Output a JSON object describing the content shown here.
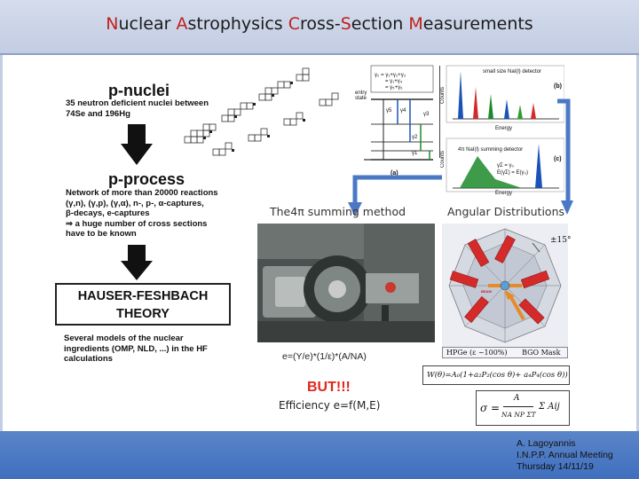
{
  "title": {
    "words": [
      {
        "cap": "N",
        "rest": "uclear"
      },
      {
        "cap": "A",
        "rest": "strophysics"
      },
      {
        "cap": "C",
        "rest": "ross-"
      },
      {
        "cap": "S",
        "rest": "ection"
      },
      {
        "cap": "M",
        "rest": "easurements"
      }
    ]
  },
  "left": {
    "pnuclei_heading": "p-nuclei",
    "pnuclei_text_1": "35 neutron deficient nuclei between",
    "pnuclei_text_2": "74Se and 196Hg",
    "pprocess_heading": "p-process",
    "pprocess_lines": [
      "Network of more than 20000 reactions",
      "(γ,n), (γ,p), (γ,α), n-, p-, α-captures,",
      "β-decays, e-captures",
      "⇒ a huge number  of cross sections",
      "have to be known"
    ],
    "hf_line_1": "HAUSER-FESHBACH",
    "hf_line_2": "THEORY",
    "models_lines": [
      "Several   models   of   the   nuclear",
      "ingredients (OMP, NLD, ...) in the HF",
      "calculations"
    ]
  },
  "scheme": {
    "eq1": "γ₀ = γ₁+γ₂+γ₃",
    "eq2": "= γ₁+γ₄",
    "eq3": "= γ₅+γ₆",
    "entry_state": "entry state",
    "g5": "γ5",
    "g4": "γ4",
    "g2": "γ2",
    "g1": "γ1",
    "g3": "γ3",
    "label_a": "(a)",
    "label_b": "(b)",
    "label_c": "(c)",
    "nai_small": "small size NaI(l) detector",
    "nai_4pi": "4π NaI(l) summing detector",
    "energy": "Energy",
    "counts": "Counts",
    "sum_eq1": "γΣ = γ₀",
    "sum_eq2": "E(γΣ) = E(γ₀)"
  },
  "middle": {
    "summing_caption": "The4π summing method",
    "eff_formula": "e=(Y/e)*(1/ε)*(A/NA)",
    "but": "BUT!!!",
    "efficiency": "Efficiency e=f(M,E)"
  },
  "right": {
    "angular_caption": "Angular Distributions",
    "angle_label": "±15°",
    "beam_label": "BEAM",
    "hpge": "HPGe (ε ~100%)",
    "bgo": "BGO Mask",
    "w_formula": "W(θ)=A₀(1+a₂P₂(cos θ)+ a₄P₄(cos θ))",
    "sigma_lhs": "σ =",
    "sigma_num": "A",
    "sigma_den": "NA NP ΣΤ",
    "sigma_sum": "Σ Aij"
  },
  "footer": {
    "line1": "A. Lagoyannis",
    "line2": "I.N.P.P. Annual Meeting",
    "line3": "Thursday 14/11/19"
  },
  "colors": {
    "title_capital": "#c0211b",
    "arrow_blue": "#4a78c4",
    "but_red": "#e0261b",
    "detector_red": "#d42a2a"
  }
}
